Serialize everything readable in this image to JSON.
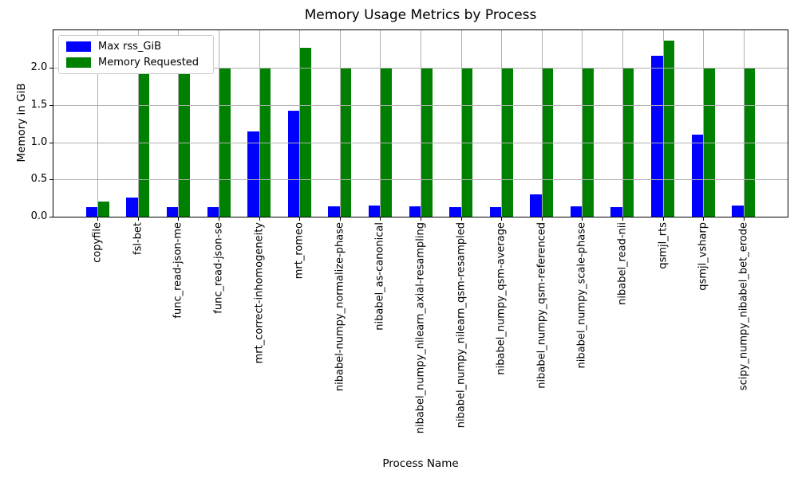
{
  "chart_data": {
    "type": "bar",
    "title": "Memory Usage Metrics by Process",
    "xlabel": "Process Name",
    "ylabel": "Memory in GiB",
    "categories": [
      "copyfile",
      "fsl-bet",
      "func_read-json-me",
      "func_read-json-se",
      "mrt_correct-inhomogeneity",
      "mrt_romeo",
      "nibabel-numpy_normalize-phase",
      "nibabel_as-canonical",
      "nibabel_numpy_nilearn_axial-resampling",
      "nibabel_numpy_nilearn_qsm-resampled",
      "nibabel_numpy_qsm-average",
      "nibabel_numpy_qsm-referenced",
      "nibabel_numpy_scale-phase",
      "nibabel_read-nii",
      "qsmjl_rts",
      "qsmjl_vsharp",
      "scipy_numpy_nibabel_bet_erode"
    ],
    "series": [
      {
        "name": "Max rss_GiB",
        "color": "#0000ff",
        "values": [
          0.13,
          0.26,
          0.13,
          0.13,
          1.15,
          1.42,
          0.14,
          0.15,
          0.14,
          0.13,
          0.13,
          0.3,
          0.14,
          0.13,
          2.16,
          1.1,
          0.15
        ]
      },
      {
        "name": "Memory Requested",
        "color": "#008000",
        "values": [
          0.2,
          2.0,
          2.0,
          2.0,
          2.0,
          2.27,
          2.0,
          2.0,
          2.0,
          2.0,
          2.0,
          2.0,
          2.0,
          2.0,
          2.37,
          2.0,
          2.0
        ]
      }
    ],
    "ylim": [
      0,
      2.51
    ],
    "yticks": [
      "0.0",
      "0.5",
      "1.0",
      "1.5",
      "2.0"
    ],
    "grid": true,
    "grid_color": "#b0b0b0",
    "legend_position": "upper left"
  }
}
